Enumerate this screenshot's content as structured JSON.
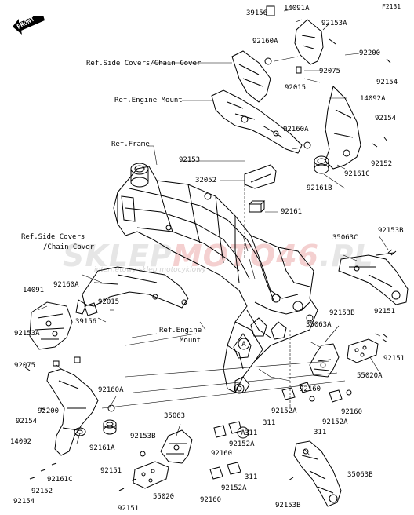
{
  "diagram": {
    "code": "F2131",
    "front_label": "FRONT",
    "watermark": {
      "part1": "SKLEP",
      "part2": "MOTO",
      "part3": "46",
      "part4": ".PL",
      "tagline": "internetowy sklep motocyklowy"
    },
    "reference_labels": {
      "side_covers_top": "Ref.Side Covers/Chain Cover",
      "engine_mount_top": "Ref.Engine Mount",
      "frame": "Ref.Frame",
      "side_covers_left_1": "Ref.Side Covers",
      "side_covers_left_2": "/Chain Cover",
      "engine_mount_mid_1": "Ref.Engine",
      "engine_mount_mid_2": "Mount"
    },
    "part_numbers": {
      "p39156_top": "39156",
      "p14091A": "14091A",
      "p92153A_top": "92153A",
      "p92160A_top": "92160A",
      "p92200_right": "92200",
      "p92075_top": "92075",
      "p92015_top": "92015",
      "p92154_topright": "92154",
      "p14092A": "14092A",
      "p92154_right": "92154",
      "p92160A_right": "92160A",
      "p92152_right": "92152",
      "p92161C_right": "92161C",
      "p92161B": "92161B",
      "p92153_center": "92153",
      "p32052": "32052",
      "p92161": "92161",
      "p35063C": "35063C",
      "p92153B_right": "92153B",
      "p14091": "14091",
      "p92160A_left": "92160A",
      "p92153A_left": "92153A",
      "p92015_left": "92015",
      "p39156_left": "39156",
      "p92075_left": "92075",
      "p92153B_mid": "92153B",
      "p92151_right": "92151",
      "p35063A": "35063A",
      "p92151_farright": "92151",
      "p55020A": "55020A",
      "p92160A_lower": "92160A",
      "p92200_left": "92200",
      "p92154_left": "92154",
      "p14092": "14092",
      "p92161A": "92161A",
      "p92152A_mid": "92152A",
      "p92160_mid": "92160",
      "p92160_midright": "92160",
      "p311_mid": "311",
      "p92152A_midright": "92152A",
      "p311_midright": "311",
      "p35063": "35063",
      "p92153B_lower": "92153B",
      "p311_lower": "311",
      "p92152A_lower": "92152A",
      "p92160_lower": "92160",
      "p92151_lower": "92151",
      "p55020": "55020",
      "p92152A_bottom": "92152A",
      "p311_bottom": "311",
      "p92160_bottom": "92160",
      "p92161C_left": "92161C",
      "p92152_left": "92152",
      "p92154_bottom": "92154",
      "p35063B": "35063B",
      "p92153B_bottom": "92153B",
      "callout_A": "A"
    }
  }
}
